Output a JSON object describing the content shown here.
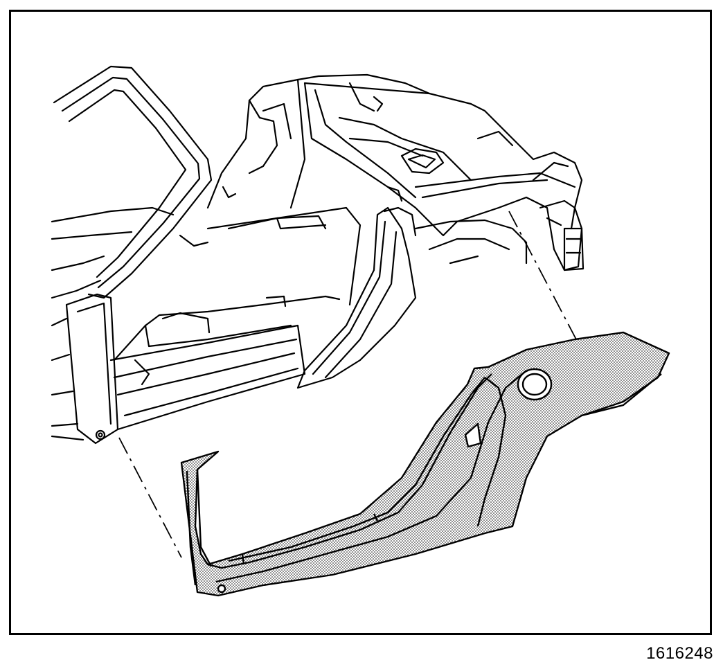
{
  "figure": {
    "number": "1616248",
    "colors": {
      "ink": "#000000",
      "paper": "#ffffff",
      "panel_fill": "#d0d0d0"
    },
    "parts": [
      "vehicle-body-shell",
      "quarter-inner-panel"
    ]
  }
}
